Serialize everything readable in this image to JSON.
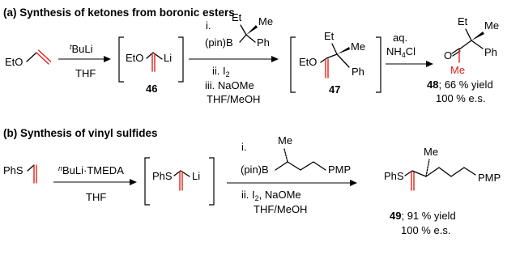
{
  "part_a": {
    "heading": "(a) Synthesis of ketones from boronic esters",
    "start_material": "EtO",
    "step1": {
      "reagent_prefix": "t",
      "reagent": "BuLi",
      "solvent": "THF"
    },
    "intermediate": {
      "group": "EtO",
      "metal": "Li",
      "number": "46"
    },
    "step2": {
      "label_i": "i.",
      "top_et": "Et",
      "top_me": "Me",
      "boron": "(pin)B",
      "ph": "Ph",
      "label_ii": "ii. I",
      "label_ii_sub": "2",
      "label_iii": "iii. NaOMe",
      "solvent": "THF/MeOH"
    },
    "intermediate2": {
      "group": "EtO",
      "et": "Et",
      "me": "Me",
      "ph": "Ph",
      "number": "47"
    },
    "step3": {
      "line1": "aq.",
      "line2_a": "NH",
      "line2_sub": "4",
      "line2_b": "Cl"
    },
    "product": {
      "o": "O",
      "et": "Et",
      "me_top": "Me",
      "ph": "Ph",
      "me_red": "Me",
      "number": "48",
      "yield": "; 66 % yield",
      "es": "100 % e.s."
    }
  },
  "part_b": {
    "heading": "(b) Synthesis of vinyl sulfides",
    "start_material": "PhS",
    "step1": {
      "reagent_prefix": "n",
      "reagent": "BuLi·TMEDA",
      "solvent": "THF"
    },
    "intermediate": {
      "group": "PhS",
      "metal": "Li"
    },
    "step2": {
      "label_i": "i.",
      "me": "Me",
      "boron": "(pin)B",
      "pmp": "PMP",
      "label_ii": "ii. I",
      "label_ii_sub": "2",
      "label_ii_rest": ", NaOMe",
      "solvent": "THF/MeOH"
    },
    "product": {
      "group": "PhS",
      "me": "Me",
      "pmp": "PMP",
      "number": "49",
      "yield": "; 91 % yield",
      "es": "100 % e.s."
    }
  },
  "colors": {
    "highlight": "#e0211c",
    "ink": "#000000"
  }
}
